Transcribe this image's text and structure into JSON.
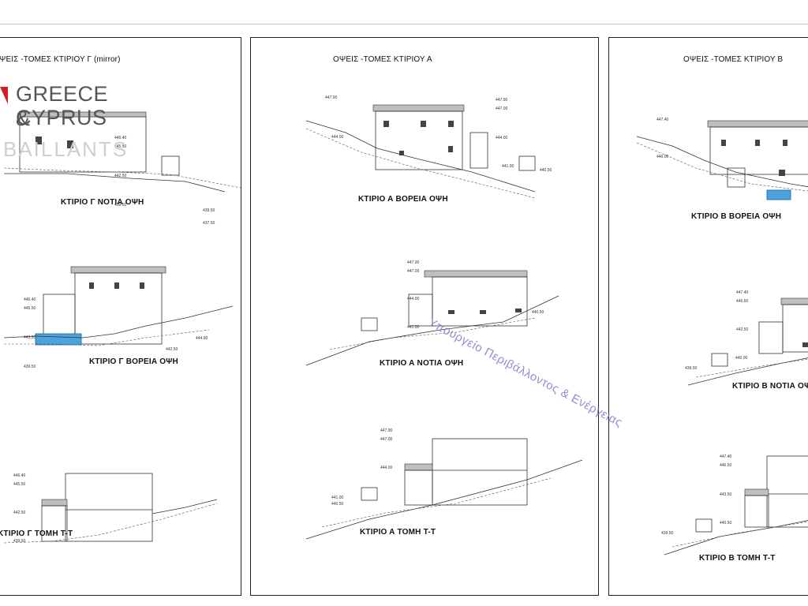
{
  "sheets": {
    "left": {
      "title": "ΨΕΙΣ -ΤΟΜΕΣ ΚΤΙΡΙΟΥ Γ (mirror)",
      "captions": [
        "ΚΤΙΡΙΟ Γ ΝΟΤΙΑ ΟΨΗ",
        "ΚΤΙΡΙΟ Γ ΒΟΡΕΙΑ ΟΨΗ",
        "ΚΤΙΡΙΟ Γ ΤΟΜΗ Τ-Τ"
      ],
      "elevations": [
        "446.40",
        "445.50",
        "442.50",
        "439.50",
        "439.50",
        "437.50",
        "446.40",
        "445.50",
        "443.50",
        "442.50",
        "439.50",
        "444.90",
        "446.40",
        "445.50",
        "442.50",
        "439.50"
      ]
    },
    "middle": {
      "title": "ΟΨΕΙΣ -ΤΟΜΕΣ ΚΤΙΡΙΟΥ Α",
      "captions": [
        "ΚΤΙΡΙΟ Α ΒΟΡΕΙΑ ΟΨΗ",
        "ΚΤΙΡΙΟ Α ΝΟΤΙΑ ΟΨΗ",
        "ΚΤΙΡΙΟ Α ΤΟΜΗ Τ-Τ"
      ],
      "elevations": [
        "447.90",
        "444.00",
        "447.90",
        "447.00",
        "444.00",
        "441.00",
        "440.50",
        "447.90",
        "447.00",
        "444.00",
        "441.00",
        "440.50",
        "447.90",
        "447.00",
        "444.00",
        "441.00",
        "440.50"
      ]
    },
    "right": {
      "title": "ΟΨΕΙΣ -ΤΟΜΕΣ ΚΤΙΡΙΟΥ Β",
      "captions": [
        "ΚΤΙΡΙΟ Β ΒΟΡΕΙΑ ΟΨΗ",
        "ΚΤΙΡΙΟ Β ΝΟΤΙΑ ΟΨΗ",
        "ΚΤΙΡΙΟ Β ΤΟΜΗ Τ-Τ"
      ],
      "elevations": [
        "447.40",
        "446.00",
        "447.40",
        "446.50",
        "442.50",
        "440.00",
        "439.50",
        "447.40",
        "446.50",
        "443.50",
        "440.50",
        "439.50"
      ]
    }
  },
  "logo": {
    "line1": "GREECE &",
    "line2": "CYPRUS",
    "line3": "BAILLANTS"
  },
  "watermark": "Υπουργείο Περιβάλλοντος & Ενέργειας",
  "colors": {
    "logo_red": "#d01f26",
    "pool_blue": "#4aa3dd",
    "watermark_purple": "#8a7fd0"
  }
}
